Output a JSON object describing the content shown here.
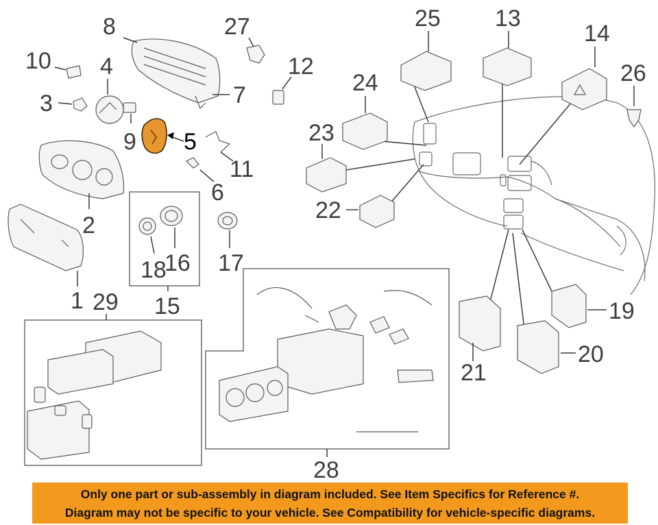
{
  "callouts": {
    "c1": "1",
    "c2": "2",
    "c3": "3",
    "c4": "4",
    "c5": "5",
    "c6": "6",
    "c7": "7",
    "c8": "8",
    "c9": "9",
    "c10": "10",
    "c11": "11",
    "c12": "12",
    "c13": "13",
    "c14": "14",
    "c15": "15",
    "c16": "16",
    "c17": "17",
    "c18": "18",
    "c19": "19",
    "c20": "20",
    "c21": "21",
    "c22": "22",
    "c23": "23",
    "c24": "24",
    "c25": "25",
    "c26": "26",
    "c27": "27",
    "c28": "28",
    "c29": "29"
  },
  "highlighted_part": "5",
  "colors": {
    "highlight": "#e8962f",
    "banner": "#f39a1e"
  },
  "notice": {
    "line1": "Only one part or sub-assembly in diagram included. See Item Specifics for Reference #.",
    "line2": "Diagram may not be specific to your vehicle. See Compatibility for vehicle-specific diagrams."
  }
}
